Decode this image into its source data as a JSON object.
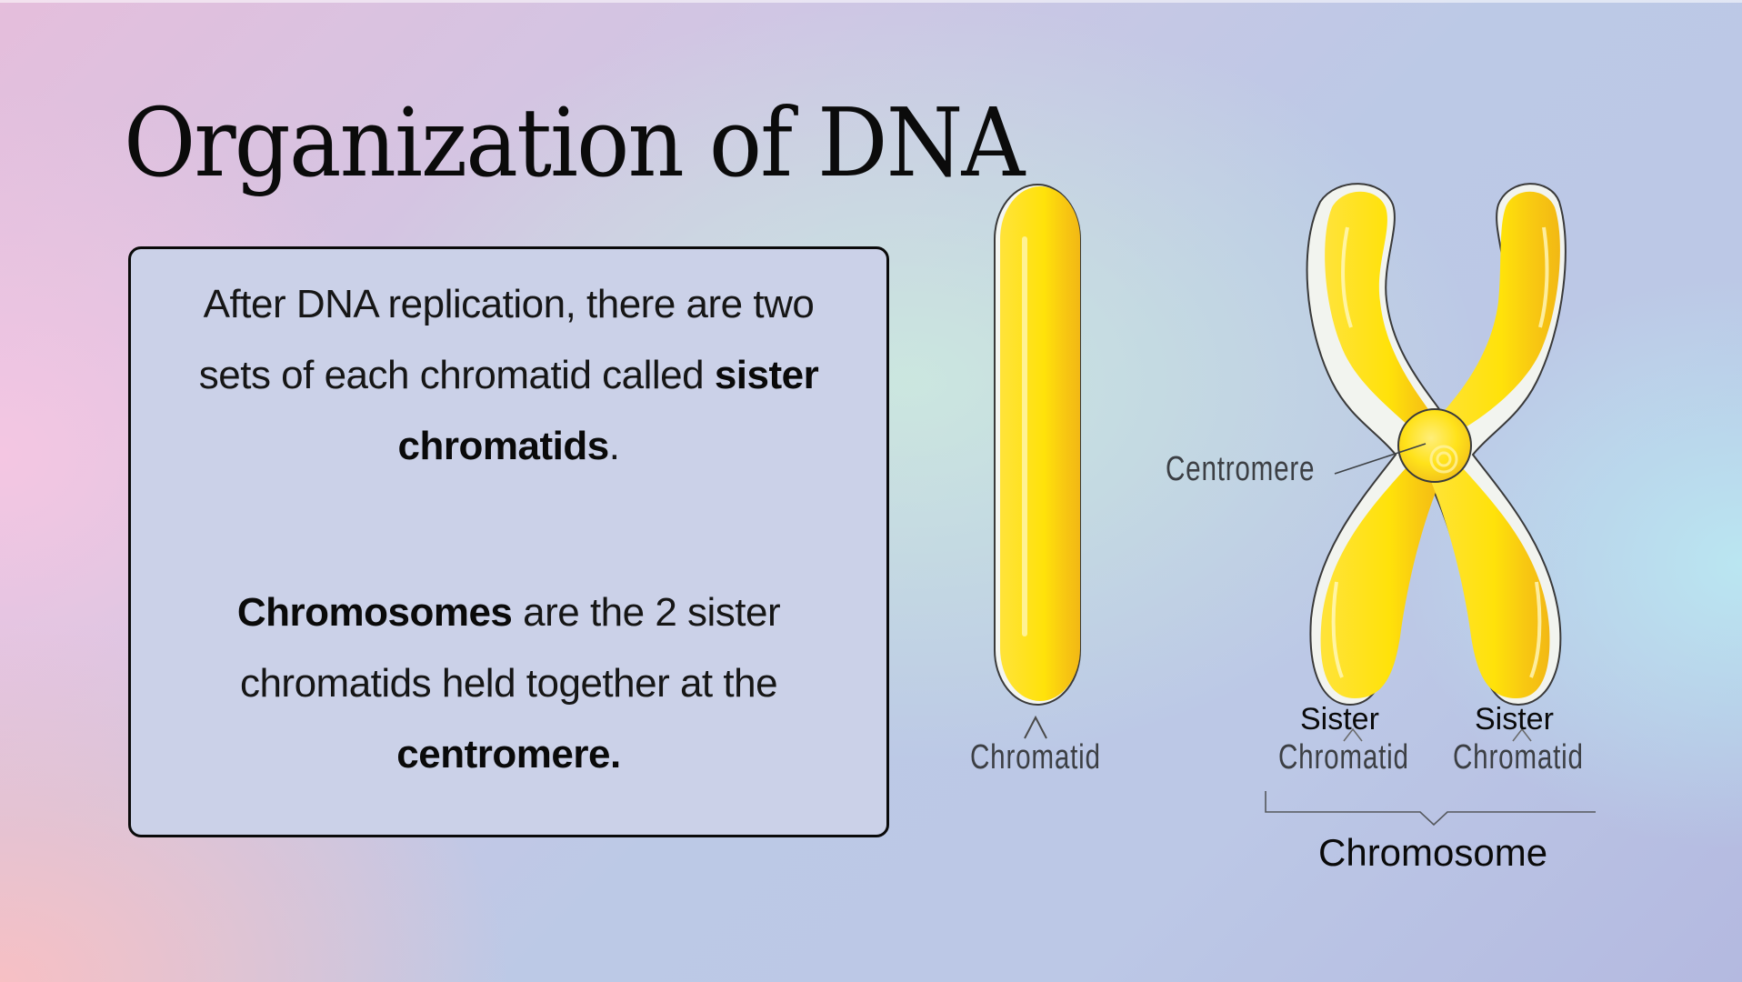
{
  "slide": {
    "title": "Organization of DNA",
    "colors": {
      "background_top_left": "#e5bedc",
      "background_bottom_left": "#f7c0c4",
      "background_center": "#cdecde",
      "background_right_mid": "#bae8f2",
      "background_bottom_right": "#b4b9e0",
      "box_fill": "#cbd1e8",
      "box_border": "#0a0a0a",
      "chromatid_yellow": "#ffe20a",
      "chromatid_shade": "#f2b814",
      "outline": "#3a3a3a"
    }
  },
  "info_box": {
    "paragraph1": {
      "line1": "After DNA replication, there are two",
      "line2_normal": "sets of each chromatid called ",
      "line2_bold": "sister",
      "line3_bold": "chromatids",
      "line3_normal": "."
    },
    "paragraph2": {
      "line1_bold": "Chromosomes",
      "line1_normal": " are the 2 sister",
      "line2": "chromatids held together at the",
      "line3_bold": "centromere."
    }
  },
  "diagram": {
    "single_chromatid_label": "Chromatid",
    "centromere_label": "Centromere",
    "sister_chromatid_left": {
      "top": "Sister",
      "bottom": "Chromatid"
    },
    "sister_chromatid_right": {
      "top": "Sister",
      "bottom": "Chromatid"
    },
    "chromosome_label": "Chromosome"
  }
}
